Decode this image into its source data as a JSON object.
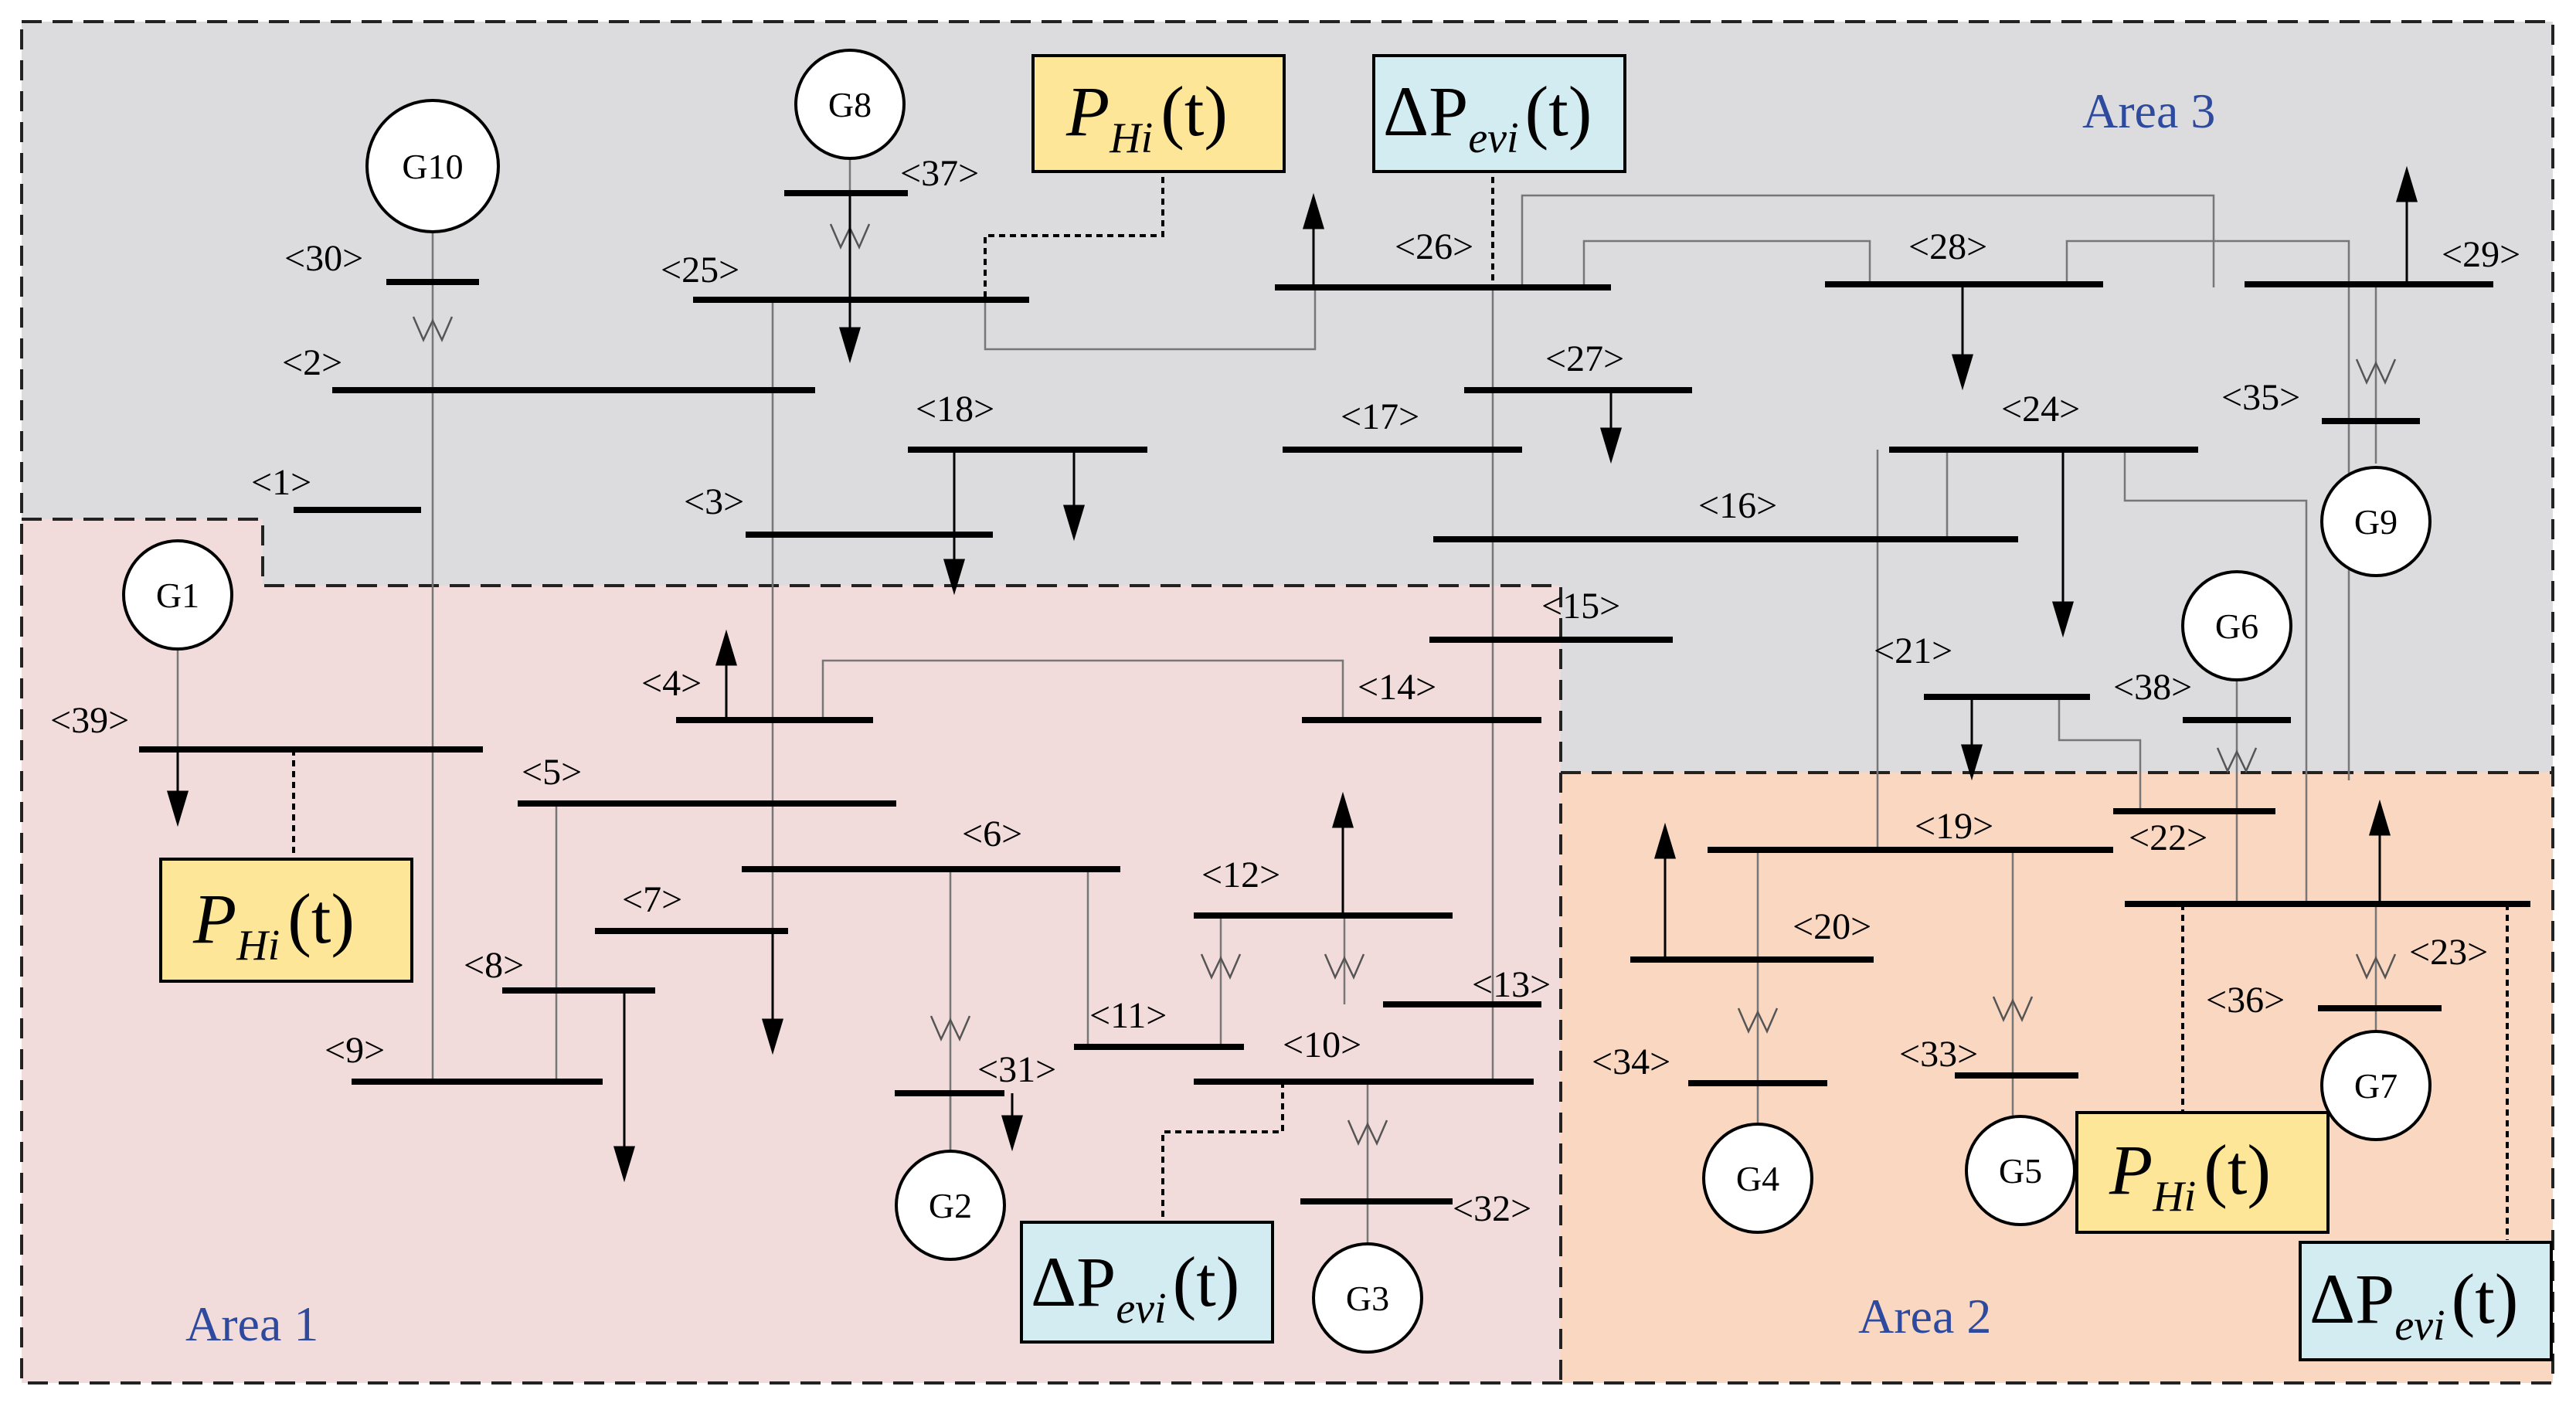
{
  "areas": [
    {
      "label": "Area 1",
      "fill": "#f2dcdb"
    },
    {
      "label": "Area 2",
      "fill": "#fad7c0"
    },
    {
      "label": "Area 3",
      "fill": "#dcdcde"
    }
  ],
  "area_label_color": "#2e4a9e",
  "buses": [
    "<1>",
    "<2>",
    "<3>",
    "<4>",
    "<5>",
    "<6>",
    "<7>",
    "<8>",
    "<9>",
    "<10>",
    "<11>",
    "<12>",
    "<13>",
    "<14>",
    "<15>",
    "<16>",
    "<17>",
    "<18>",
    "<19>",
    "<20>",
    "<21>",
    "<22>",
    "<23>",
    "<24>",
    "<25>",
    "<26>",
    "<27>",
    "<28>",
    "<29>",
    "<30>",
    "<31>",
    "<32>",
    "<33>",
    "<34>",
    "<35>",
    "<36>",
    "<37>",
    "<38>",
    "<39>"
  ],
  "generators": [
    "G1",
    "G2",
    "G3",
    "G4",
    "G5",
    "G6",
    "G7",
    "G8",
    "G9",
    "G10"
  ],
  "boxes": {
    "ph_main": "P",
    "ph_sub": "Hi",
    "ph_arg": "(t)",
    "pev_main": "ΔP",
    "pev_sub": "evi",
    "pev_arg": "(t)",
    "ph_fill": "#fde698",
    "pev_fill": "#d3ecf2"
  }
}
